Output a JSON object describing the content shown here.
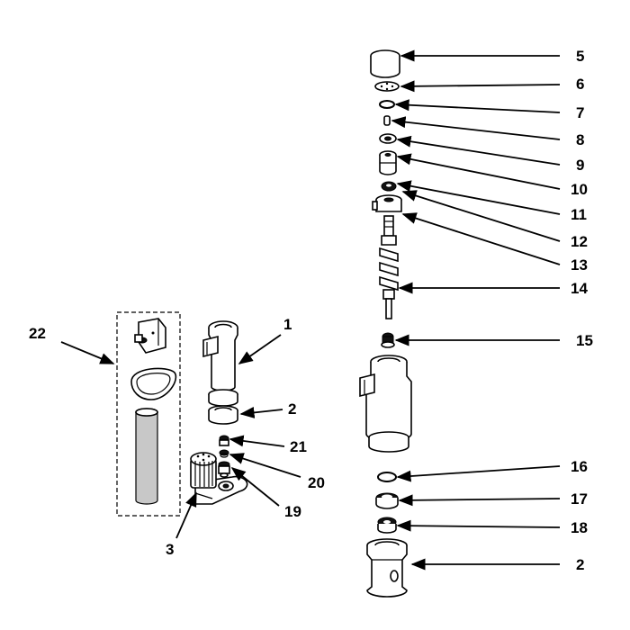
{
  "callouts": [
    {
      "id": "5",
      "text": "5"
    },
    {
      "id": "6",
      "text": "6"
    },
    {
      "id": "7",
      "text": "7"
    },
    {
      "id": "8",
      "text": "8"
    },
    {
      "id": "9",
      "text": "9"
    },
    {
      "id": "10",
      "text": "10"
    },
    {
      "id": "11",
      "text": "11"
    },
    {
      "id": "12",
      "text": "12"
    },
    {
      "id": "13",
      "text": "13"
    },
    {
      "id": "14",
      "text": "14"
    },
    {
      "id": "15",
      "text": "15"
    },
    {
      "id": "16",
      "text": "16"
    },
    {
      "id": "17",
      "text": "17"
    },
    {
      "id": "18",
      "text": "18"
    },
    {
      "id": "2b",
      "text": "2"
    },
    {
      "id": "1",
      "text": "1"
    },
    {
      "id": "2a",
      "text": "2"
    },
    {
      "id": "21",
      "text": "21"
    },
    {
      "id": "20",
      "text": "20"
    },
    {
      "id": "19",
      "text": "19"
    },
    {
      "id": "3",
      "text": "3"
    },
    {
      "id": "22",
      "text": "22"
    }
  ]
}
